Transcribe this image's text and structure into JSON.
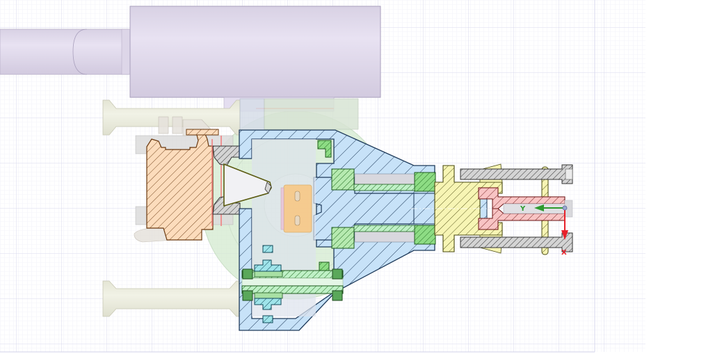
{
  "viewport": {
    "type": "cad-section-view",
    "background": "#ffffff",
    "grid_minor_color": "#ececf6",
    "grid_major_color": "#d6d6ec"
  },
  "triad": {
    "y_label": "Y",
    "x_label": "X",
    "y_color": "#2e9a2e",
    "x_color": "#e8202a",
    "origin_color": "#7f8fbf"
  },
  "parts": [
    {
      "name": "motor-housing",
      "color": "#ddd6e8",
      "style": "transparent"
    },
    {
      "name": "standoff-top",
      "color": "#eceedd",
      "style": "transparent"
    },
    {
      "name": "standoff-bottom",
      "color": "#eceedd",
      "style": "transparent"
    },
    {
      "name": "clamp-block",
      "color": "#fcdcbc",
      "style": "section"
    },
    {
      "name": "main-housing",
      "color": "#c7e2f8",
      "style": "section"
    },
    {
      "name": "bearing",
      "color": "#b6eab0",
      "style": "section"
    },
    {
      "name": "gear-shaft",
      "color": "#bff0c6",
      "style": "section"
    },
    {
      "name": "gear",
      "color": "#9fe4ea",
      "style": "section"
    },
    {
      "name": "nozzle-cone",
      "color": "#f1f1f4",
      "style": "section"
    },
    {
      "name": "hub",
      "color": "#f7f5b4",
      "style": "section"
    },
    {
      "name": "bolt",
      "color": "#d4d4d4",
      "style": "section"
    },
    {
      "name": "sleeve",
      "color": "#f8c4c4",
      "style": "section"
    },
    {
      "name": "coupling",
      "color": "#f8c886",
      "style": "transparent"
    },
    {
      "name": "large-gear",
      "color": "#d4ead0",
      "style": "transparent"
    }
  ]
}
